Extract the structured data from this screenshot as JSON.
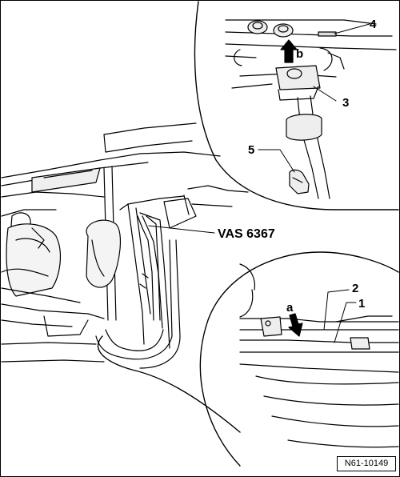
{
  "diagram": {
    "callouts": {
      "c1": "1",
      "c2": "2",
      "c3": "3",
      "c4": "4",
      "c5": "5",
      "ca": "a",
      "cb": "b"
    },
    "tool_label": "VAS 6367",
    "figure_ref": "N61-10149",
    "colors": {
      "line": "#000000",
      "background": "#ffffff",
      "shade": "#d9d9d9"
    }
  }
}
